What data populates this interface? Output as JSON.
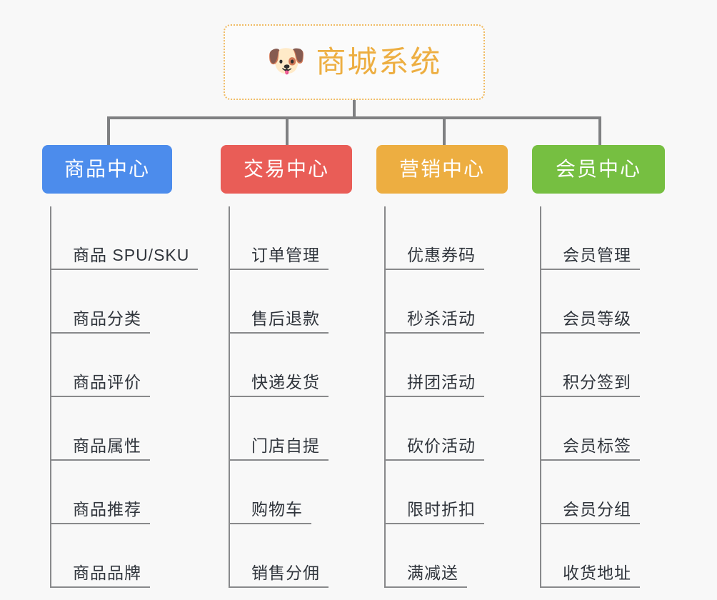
{
  "background_color": "#f8f8f8",
  "root": {
    "icon": "dog-face-emoji",
    "icon_glyph": "🐶",
    "title": "商城系统",
    "title_color": "#edae41",
    "border_color": "#f0bb64"
  },
  "connector_color": "#7f8082",
  "columns": [
    {
      "title": "商品中心",
      "color": "#4c8cec",
      "items": [
        "商品 SPU/SKU",
        "商品分类",
        "商品评价",
        "商品属性",
        "商品推荐",
        "商品品牌"
      ]
    },
    {
      "title": "交易中心",
      "color": "#e95d57",
      "items": [
        "订单管理",
        "售后退款",
        "快递发货",
        "门店自提",
        "购物车",
        "销售分佣"
      ]
    },
    {
      "title": "营销中心",
      "color": "#edae41",
      "items": [
        "优惠券码",
        "秒杀活动",
        "拼团活动",
        "砍价活动",
        "限时折扣",
        "满减送"
      ]
    },
    {
      "title": "会员中心",
      "color": "#76bf41",
      "items": [
        "会员管理",
        "会员等级",
        "积分签到",
        "会员标签",
        "会员分组",
        "收货地址"
      ]
    }
  ]
}
